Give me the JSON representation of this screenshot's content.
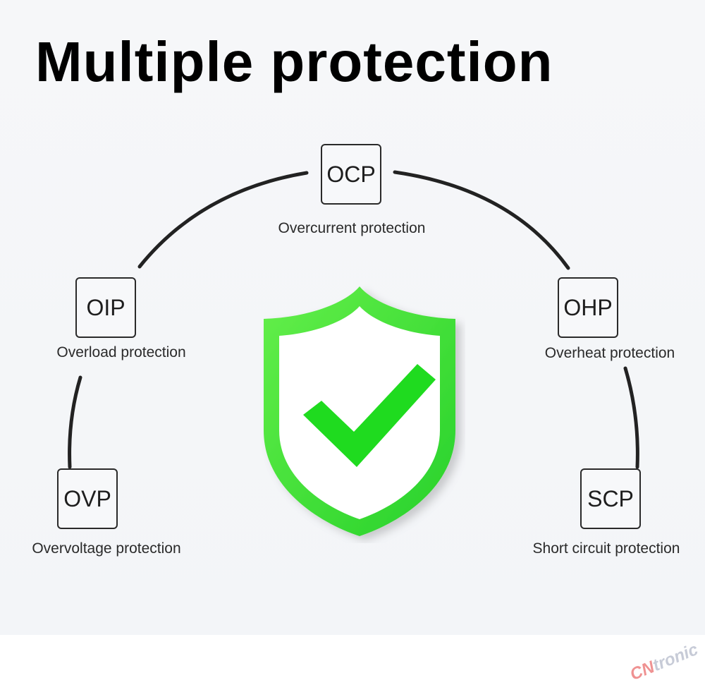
{
  "title": "Multiple protection",
  "nodes": [
    {
      "code": "OCP",
      "label": "Overcurrent protection"
    },
    {
      "code": "OIP",
      "label": "Overload protection"
    },
    {
      "code": "OHP",
      "label": "Overheat protection"
    },
    {
      "code": "OVP",
      "label": "Overvoltage protection"
    },
    {
      "code": "SCP",
      "label": "Short circuit protection"
    }
  ],
  "watermark": {
    "prefix": "CN",
    "rest": "tronic"
  },
  "colors": {
    "shield_green": "#2fd62f",
    "check_green": "#1fdb1f",
    "line": "#222222"
  }
}
